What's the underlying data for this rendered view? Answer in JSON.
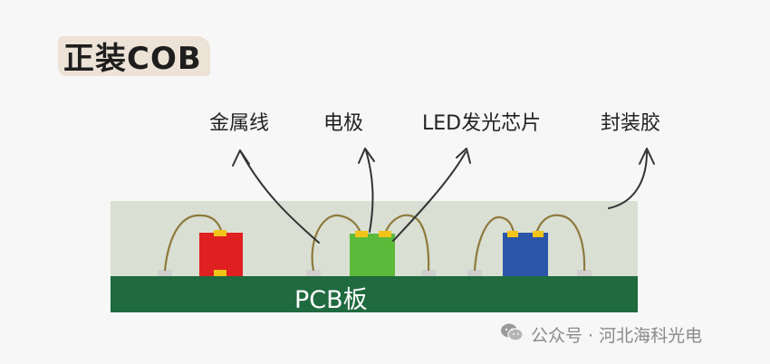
{
  "title": "正装COB",
  "labels": {
    "wire": "金属线",
    "electrode": "电极",
    "chip": "LED发光芯片",
    "glue": "封装胶"
  },
  "pcb": "PCB板",
  "watermark": "公众号 · 河北海科光电",
  "colors": {
    "background": "#f7f7f7",
    "encapsulant": "#d9dfd2",
    "pcb": "#1f6a3e",
    "chip_red": "#e02020",
    "chip_green": "#5cba3a",
    "chip_blue": "#2a55a8",
    "electrode": "#f2c418",
    "wire": "#8f7a3e",
    "arrow": "#333333"
  },
  "icons": [
    "wechat-icon"
  ]
}
